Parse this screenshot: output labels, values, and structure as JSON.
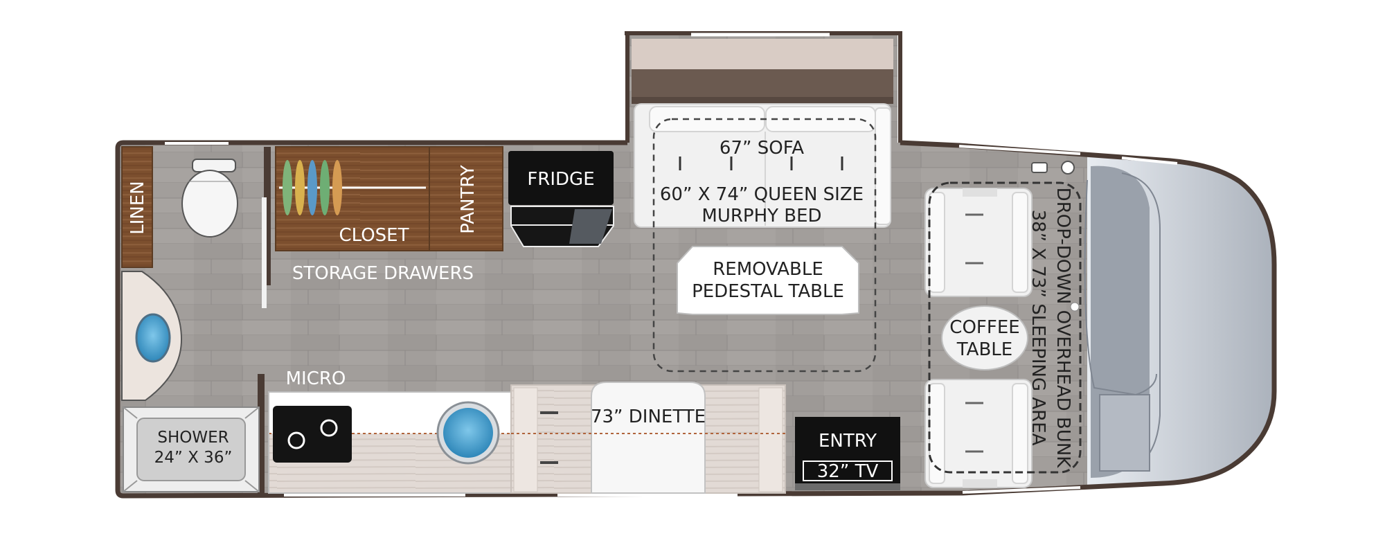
{
  "floorplan": {
    "labels": {
      "linen": "LINEN",
      "closet": "CLOSET",
      "pantry": "PANTRY",
      "fridge": "FRIDGE",
      "sofa": "67” SOFA",
      "queen_line1": "60” X 74” QUEEN SIZE",
      "queen_line2": "MURPHY BED",
      "storage_drawers": "STORAGE DRAWERS",
      "table_line1": "REMOVABLE",
      "table_line2": "PEDESTAL TABLE",
      "coffee_line1": "COFFEE",
      "coffee_line2": "TABLE",
      "bunk_line1": "DROP-DOWN OVERHEAD BUNK",
      "bunk_line2": "38” X 73” SLEEPING AREA",
      "micro": "MICRO",
      "shower_line1": "SHOWER",
      "shower_line2": "24” X 36”",
      "dinette": "73” DINETTE",
      "entry": "ENTRY",
      "tv": "32” TV"
    },
    "colors": {
      "wall": "#4a3b34",
      "floor": "#a19d9a",
      "wood": "#7b4e2e",
      "light_wood": "#e0d8d3",
      "cab_dark": "#111111",
      "cushion": "#f3f3f3",
      "cab_front": "#bfc4cb"
    }
  }
}
